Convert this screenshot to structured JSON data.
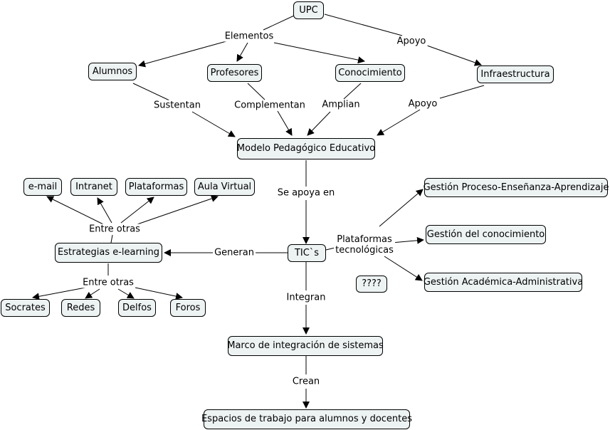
{
  "nodes": {
    "upc": "UPC",
    "alumnos": "Alumnos",
    "profesores": "Profesores",
    "conocimiento": "Conocimiento",
    "infraestructura": "Infraestructura",
    "modelo": "Modelo Pedagógico Educativo",
    "email": "e-mail",
    "intranet": "Intranet",
    "plataformas": "Plataformas",
    "aula_virtual": "Aula Virtual",
    "estrategias": "Estrategias e-learning",
    "tics": "TIC`s",
    "gestion_pea": "Gestión Proceso-Enseñanza-Aprendizaje",
    "gestion_conocimiento": "Gestión del conocimiento",
    "gestion_academica": "Gestión Académica-Administrativa",
    "unknown": "????",
    "socrates": "Socrates",
    "redes": "Redes",
    "delfos": "Delfos",
    "foros": "Foros",
    "marco": "Marco de integración de sistemas",
    "espacios": "Espacios de trabajo para alumnos y docentes"
  },
  "links": {
    "elementos": "Elementos",
    "apoyo_top": "Apoyo",
    "sustentan": "Sustentan",
    "complementan": "Complementan",
    "amplian": "Amplian",
    "apoyo_bottom": "Apoyo",
    "se_apoya_en": "Se apoya en",
    "entre_otras_top": "Entre otras",
    "generan": "Generan",
    "plataformas_tec_1": "Plataformas",
    "plataformas_tec_2": "tecnológicas",
    "entre_otras_bottom": "Entre otras",
    "integran": "Integran",
    "crean": "Crean"
  },
  "colors": {
    "node_fill": "#edf2f2",
    "stroke": "#000000"
  }
}
